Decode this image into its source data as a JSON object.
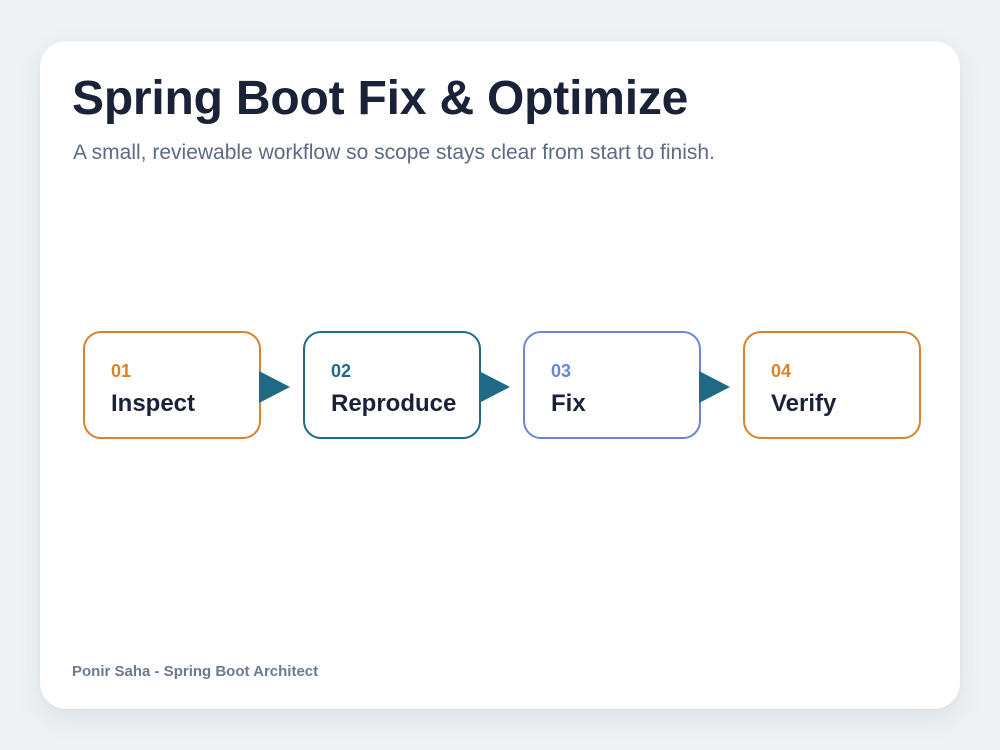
{
  "header": {
    "title": "Spring Boot Fix & Optimize",
    "subtitle": "A small, reviewable workflow so scope stays clear from start to finish."
  },
  "steps": [
    {
      "number": "01",
      "label": "Inspect",
      "color": "#d9822b"
    },
    {
      "number": "02",
      "label": "Reproduce",
      "color": "#1f6b86"
    },
    {
      "number": "03",
      "label": "Fix",
      "color": "#6b85d8"
    },
    {
      "number": "04",
      "label": "Verify",
      "color": "#d9822b"
    }
  ],
  "colors": {
    "arrow": "#1f6b86",
    "title": "#1a2238",
    "background": "#eef2f5"
  },
  "footer": {
    "credit": "Ponir Saha - Spring Boot Architect"
  }
}
